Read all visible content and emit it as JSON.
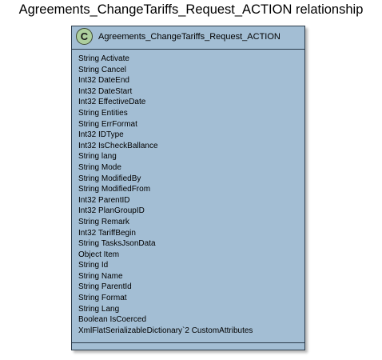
{
  "diagram": {
    "title": "Agreements_ChangeTariffs_Request_ACTION relationship",
    "class": {
      "icon_letter": "C",
      "icon_name": "class-icon",
      "name": "Agreements_ChangeTariffs_Request_ACTION",
      "colors": {
        "box_fill": "#a3bed4",
        "box_border": "#2b3b4a",
        "icon_fill": "#adcf9e"
      },
      "fields": [
        "String Activate",
        "String Cancel",
        "Int32 DateEnd",
        "Int32 DateStart",
        "Int32 EffectiveDate",
        "String Entities",
        "String ErrFormat",
        "Int32 IDType",
        "Int32 IsCheckBallance",
        "String lang",
        "String Mode",
        "String ModifiedBy",
        "String ModifiedFrom",
        "Int32 ParentID",
        "Int32 PlanGroupID",
        "String Remark",
        "Int32 TariffBegin",
        "String TasksJsonData",
        "Object Item",
        "String Id",
        "String Name",
        "String ParentId",
        "String Format",
        "String Lang",
        "Boolean IsCoerced",
        "XmlFlatSerializableDictionary`2 CustomAttributes"
      ]
    }
  }
}
